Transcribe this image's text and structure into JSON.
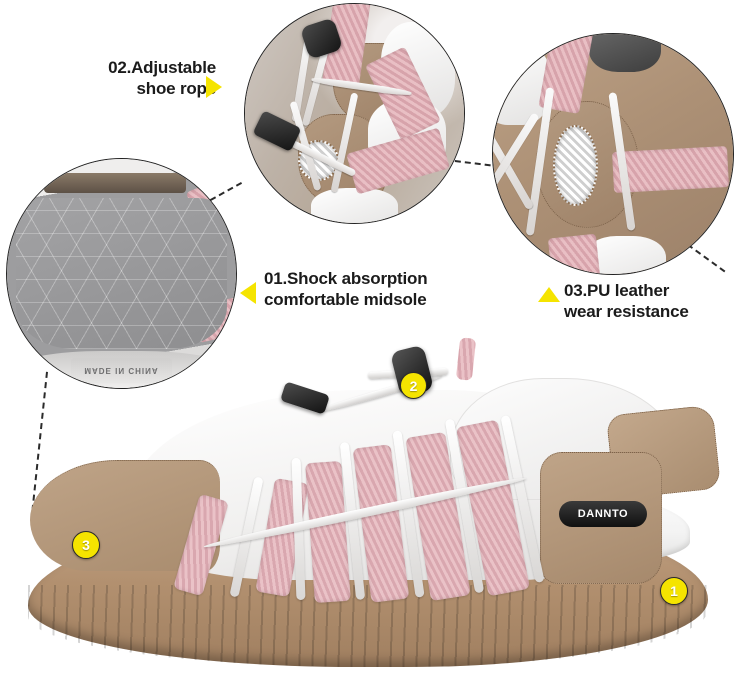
{
  "page": {
    "kind": "product-feature-infographic",
    "product_brand": "DANNTO",
    "background_color": "#ffffff"
  },
  "theme": {
    "accent_yellow": "#f5e400",
    "text_color": "#1b1b1b",
    "outline_color": "#232323",
    "pink_webbing": "#e8bcc0",
    "tan_leather": "#b49a80",
    "outsole_tan": "#b2906f",
    "midsole_white": "#f4f3f2",
    "footbed_gray": "#6f6c69"
  },
  "callouts": [
    {
      "id": "01",
      "number": "01",
      "title_line1": "01.Shock absorption",
      "title_line2": "comfortable midsole",
      "full_text": "01.Shock absorption\ncomfortable midsole",
      "marker_direction": "left",
      "badge_label": "1"
    },
    {
      "id": "02",
      "number": "02",
      "title_line1": "02.Adjustable",
      "title_line2": "shoe rope",
      "full_text": "02.Adjustable\nshoe rope",
      "marker_direction": "right",
      "badge_label": "2"
    },
    {
      "id": "03",
      "number": "03",
      "title_line1": "03.PU leather",
      "title_line2": "wear resistance",
      "full_text": "03.PU leather\nwear resistance",
      "marker_direction": "up",
      "badge_label": "3"
    }
  ],
  "detail_circles": [
    {
      "id": "rope",
      "subject": "adjustable bungee shoe rope with black cord lock toggle",
      "linked_callout": "02"
    },
    {
      "id": "pu",
      "subject": "PU leather upper with pink webbing strap and mesh window",
      "linked_callout": "03"
    },
    {
      "id": "midsole",
      "subject": "gray triangular textured shock absorbing midsole footbed",
      "linked_callout": "01",
      "imprint_text": "MADE IN CHINA"
    }
  ],
  "main_product": {
    "name": "closed-toe sport sandal",
    "colorway": "pink / tan / white",
    "logo_text": "DANNTO",
    "badges": [
      {
        "label": "1",
        "region": "white midsole heel"
      },
      {
        "label": "2",
        "region": "cord lock toggle"
      },
      {
        "label": "3",
        "region": "tan toe cap outsole"
      }
    ]
  }
}
